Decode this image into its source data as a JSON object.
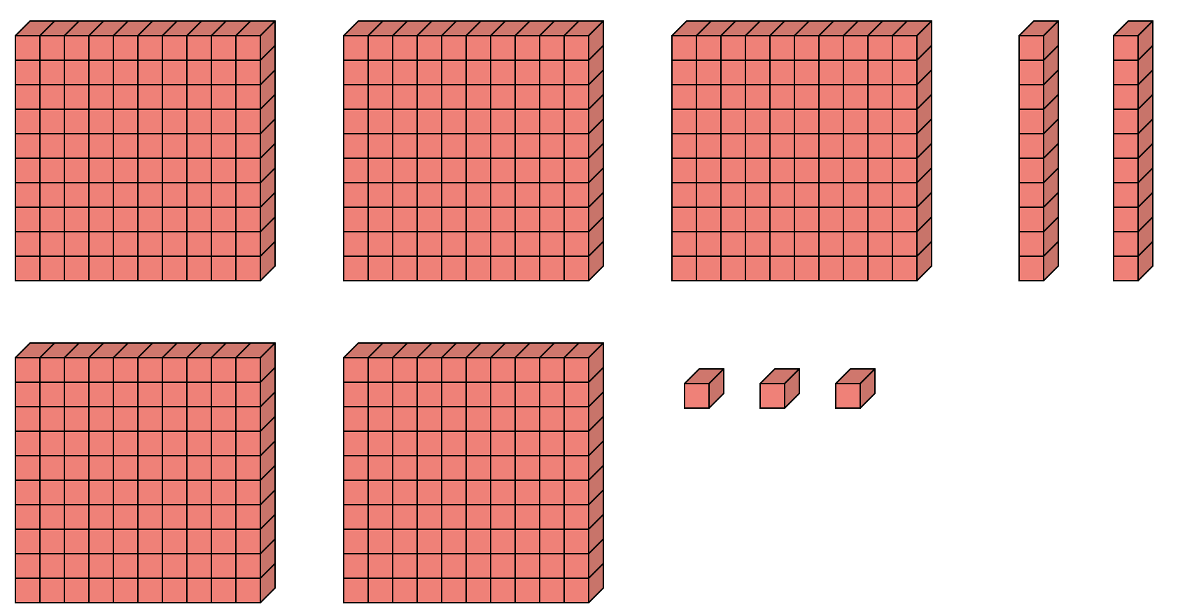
{
  "base_ten_blocks": {
    "flats": {
      "count": 5,
      "units_per_block": 100
    },
    "rods": {
      "count": 2,
      "units_per_block": 10
    },
    "units": {
      "count": 3,
      "units_per_block": 1
    }
  },
  "colors": {
    "front_face": "#ef8178",
    "top_face": "#cf776d",
    "side_face": "#c8746a",
    "edge": "#000000",
    "background": "#ffffff"
  }
}
